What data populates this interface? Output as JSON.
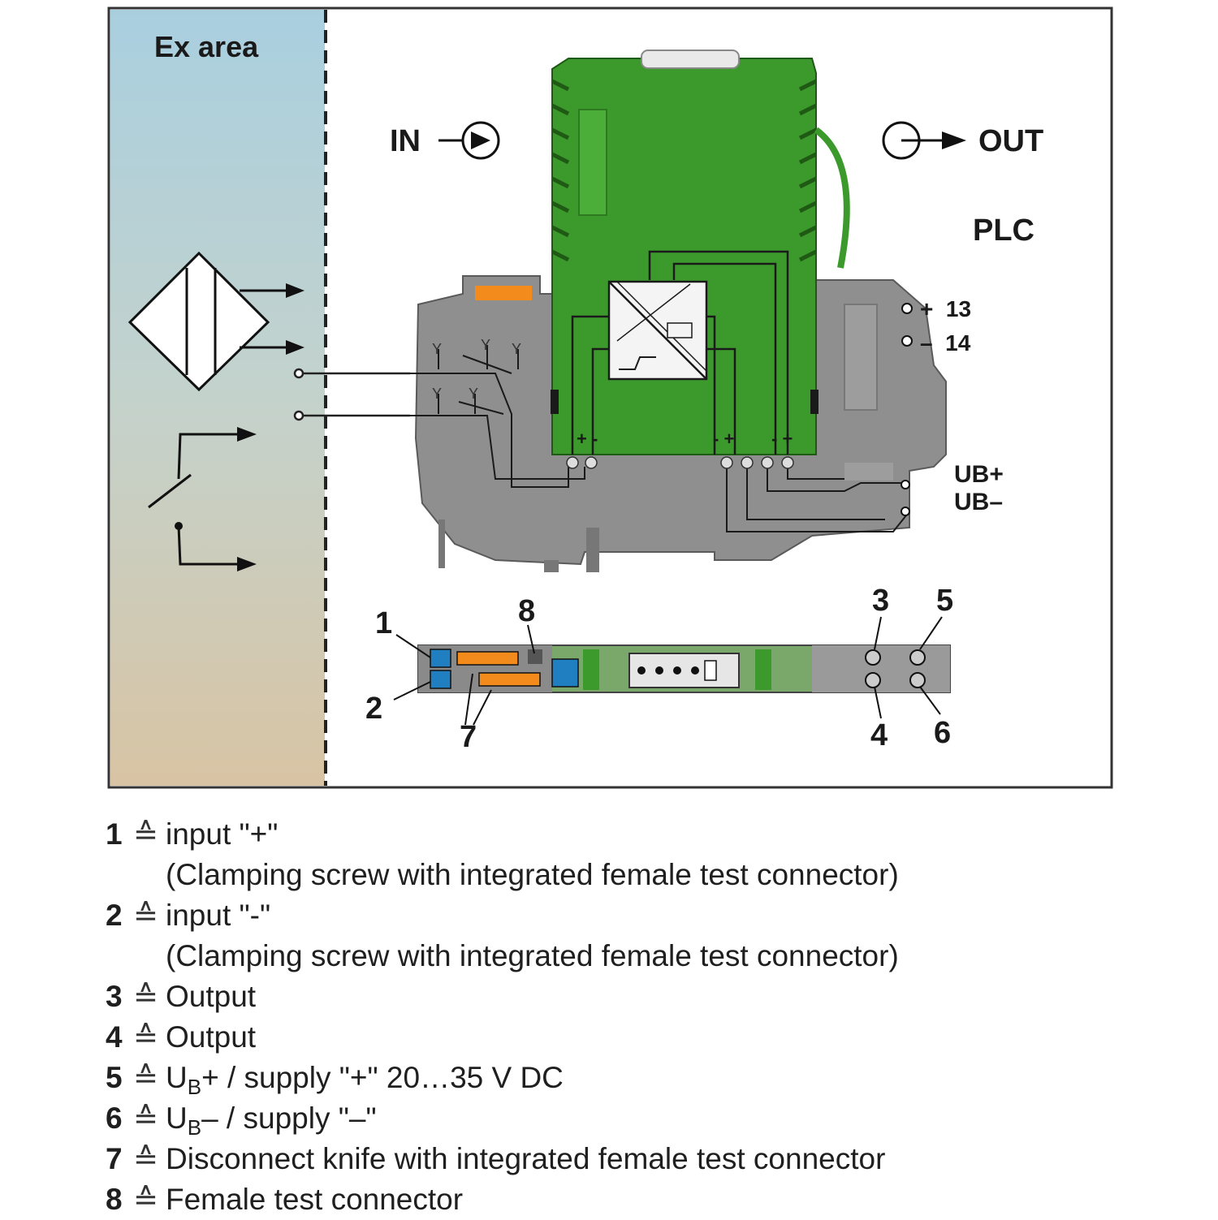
{
  "diagram": {
    "ex_area_label": "Ex area",
    "in_label": "IN",
    "out_label": "OUT",
    "plc_label": "PLC",
    "terminal_plus_13": "+  13",
    "terminal_minus_14": "–  14",
    "ub_plus": "UB+",
    "ub_minus": "UB–",
    "callouts": [
      "1",
      "2",
      "3",
      "4",
      "5",
      "6",
      "7",
      "8"
    ],
    "colors": {
      "ex_area_top": "#a9cfdf",
      "ex_area_bottom": "#d8c5a6",
      "module_green": "#3c9a2c",
      "housing_gray": "#8f8f8f",
      "accent_orange": "#f28a1c",
      "accent_blue": "#1f7fc0"
    }
  },
  "legend": [
    {
      "num": "1",
      "symbol": "≙",
      "text": "input \"+\"",
      "note": "(Clamping screw with integrated female test connector)"
    },
    {
      "num": "2",
      "symbol": "≙",
      "text": "input \"-\"",
      "note": "(Clamping screw with integrated female test connector)"
    },
    {
      "num": "3",
      "symbol": "≙",
      "text": "Output"
    },
    {
      "num": "4",
      "symbol": "≙",
      "text": "Output"
    },
    {
      "num": "5",
      "symbol": "≙",
      "u": "U",
      "sub": "B",
      "text": "+ / supply \"+\" 20…35 V DC"
    },
    {
      "num": "6",
      "symbol": "≙",
      "u": "U",
      "sub": "B",
      "text": "– / supply \"–\""
    },
    {
      "num": "7",
      "symbol": "≙",
      "text": "Disconnect knife with integrated female test connector"
    },
    {
      "num": "8",
      "symbol": "≙",
      "text": "Female test connector"
    }
  ]
}
